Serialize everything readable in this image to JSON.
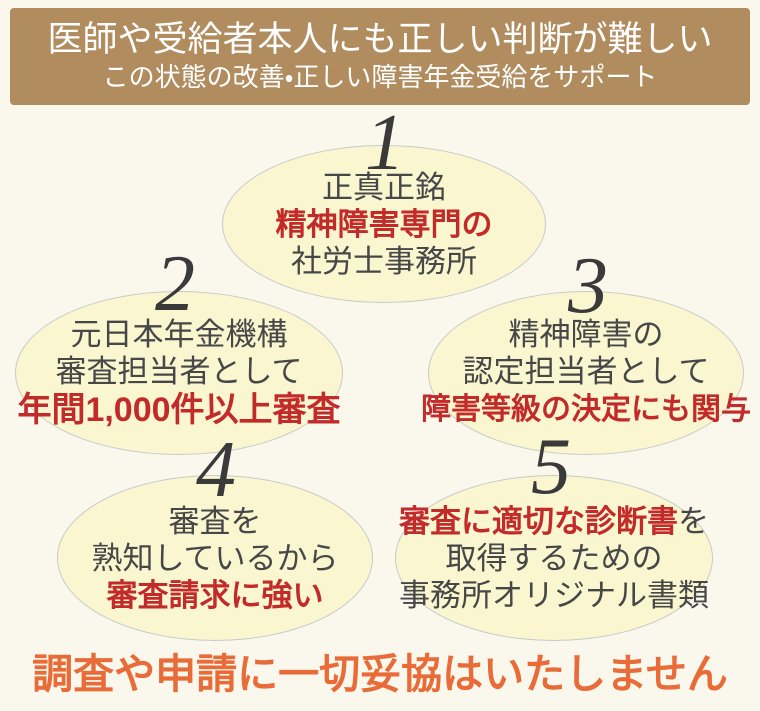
{
  "header": {
    "title": "医師や受給者本人にも正しい判断が難しい",
    "subtitle": "この状態の改善・正しい障害年金受給をサポート"
  },
  "bubbles": {
    "b1": {
      "number": "1",
      "line1": "正真正銘",
      "line2": "精神障害専門の",
      "line3": "社労士事務所"
    },
    "b2": {
      "number": "2",
      "line1": "元日本年金機構",
      "line2": "審査担当者として",
      "line3": "年間1,000件以上審査"
    },
    "b3": {
      "number": "3",
      "line1": "精神障害の",
      "line2": "認定担当者として",
      "line3": "障害等級の決定にも関与"
    },
    "b4": {
      "number": "4",
      "line1": "審査を",
      "line2": "熟知しているから",
      "line3": "審査請求に強い"
    },
    "b5": {
      "number": "5",
      "line1_red": "審査に適切な診断書",
      "line1_tail": "を",
      "line2": "取得するための",
      "line3": "事務所オリジナル書類"
    }
  },
  "footer": {
    "text": "調査や申請に一切妥協はいたしません"
  },
  "colors": {
    "page_bg": "#faf8ed",
    "banner_bg": "#b08c5e",
    "banner_text": "#ffffff",
    "bubble_fill": "#f9f6d0",
    "bubble_border": "#c9c9c9",
    "text_dark": "#474747",
    "accent_red": "#c32a2a",
    "number_dark": "#3a3a3a",
    "footer_orange": "#e86b38"
  }
}
